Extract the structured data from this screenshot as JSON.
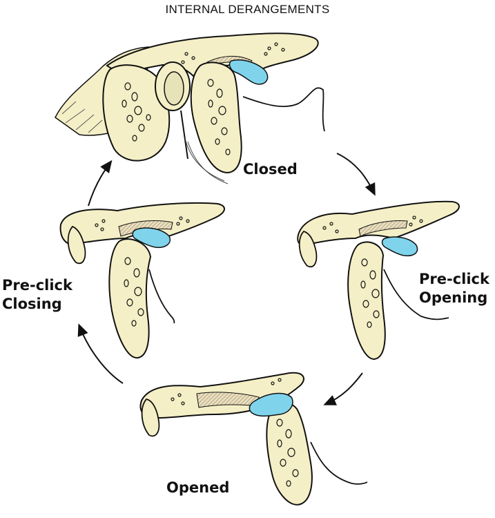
{
  "title": "INTERNAL DERANGEMENTS",
  "stages": {
    "closed": "Closed",
    "preclick_opening_1": "Pre-click",
    "preclick_opening_2": "Opening",
    "opened": "Opened",
    "preclick_closing_1": "Pre-click",
    "preclick_closing_2": "Closing"
  },
  "colors": {
    "bone": "#F4EFC6",
    "disc": "#7FD4EC",
    "outline": "#111111",
    "ligament_hatch": "#C9B894"
  }
}
